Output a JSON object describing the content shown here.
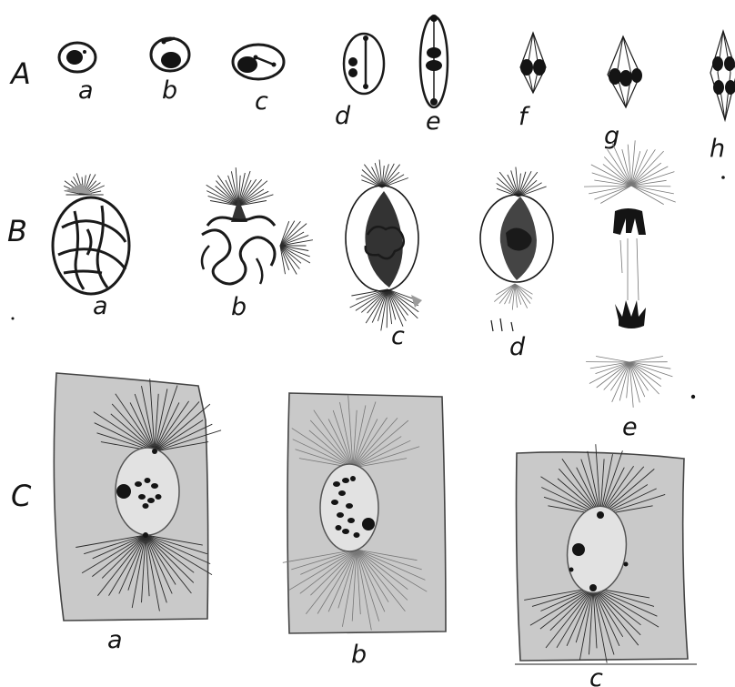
{
  "rows": [
    {
      "label": "A",
      "sub_labels": [
        "a",
        "b",
        "c",
        "d",
        "e",
        "f",
        "g",
        "h"
      ]
    },
    {
      "label": "B",
      "sub_labels": [
        "a",
        "b",
        "c",
        "d",
        "e"
      ]
    },
    {
      "label": "C",
      "sub_labels": [
        "a",
        "b",
        "c"
      ]
    }
  ],
  "colors": {
    "ink": "#141414",
    "cytoplasm": "#c9c9c9",
    "background": "#ffffff"
  }
}
